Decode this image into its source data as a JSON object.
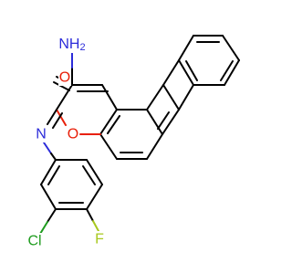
{
  "atoms": {
    "amide_n": "NH2",
    "amide_o": "O",
    "ring_o": "O",
    "imine_n": "N",
    "chlorine": "Cl",
    "fluorine": "F"
  },
  "colors": {
    "bond": "#000000",
    "nitrogen": "#2b2bd9",
    "oxygen": "#e8200a",
    "chlorine": "#1f9c1f",
    "fluorine": "#a8c81e",
    "background": "#ffffff"
  }
}
